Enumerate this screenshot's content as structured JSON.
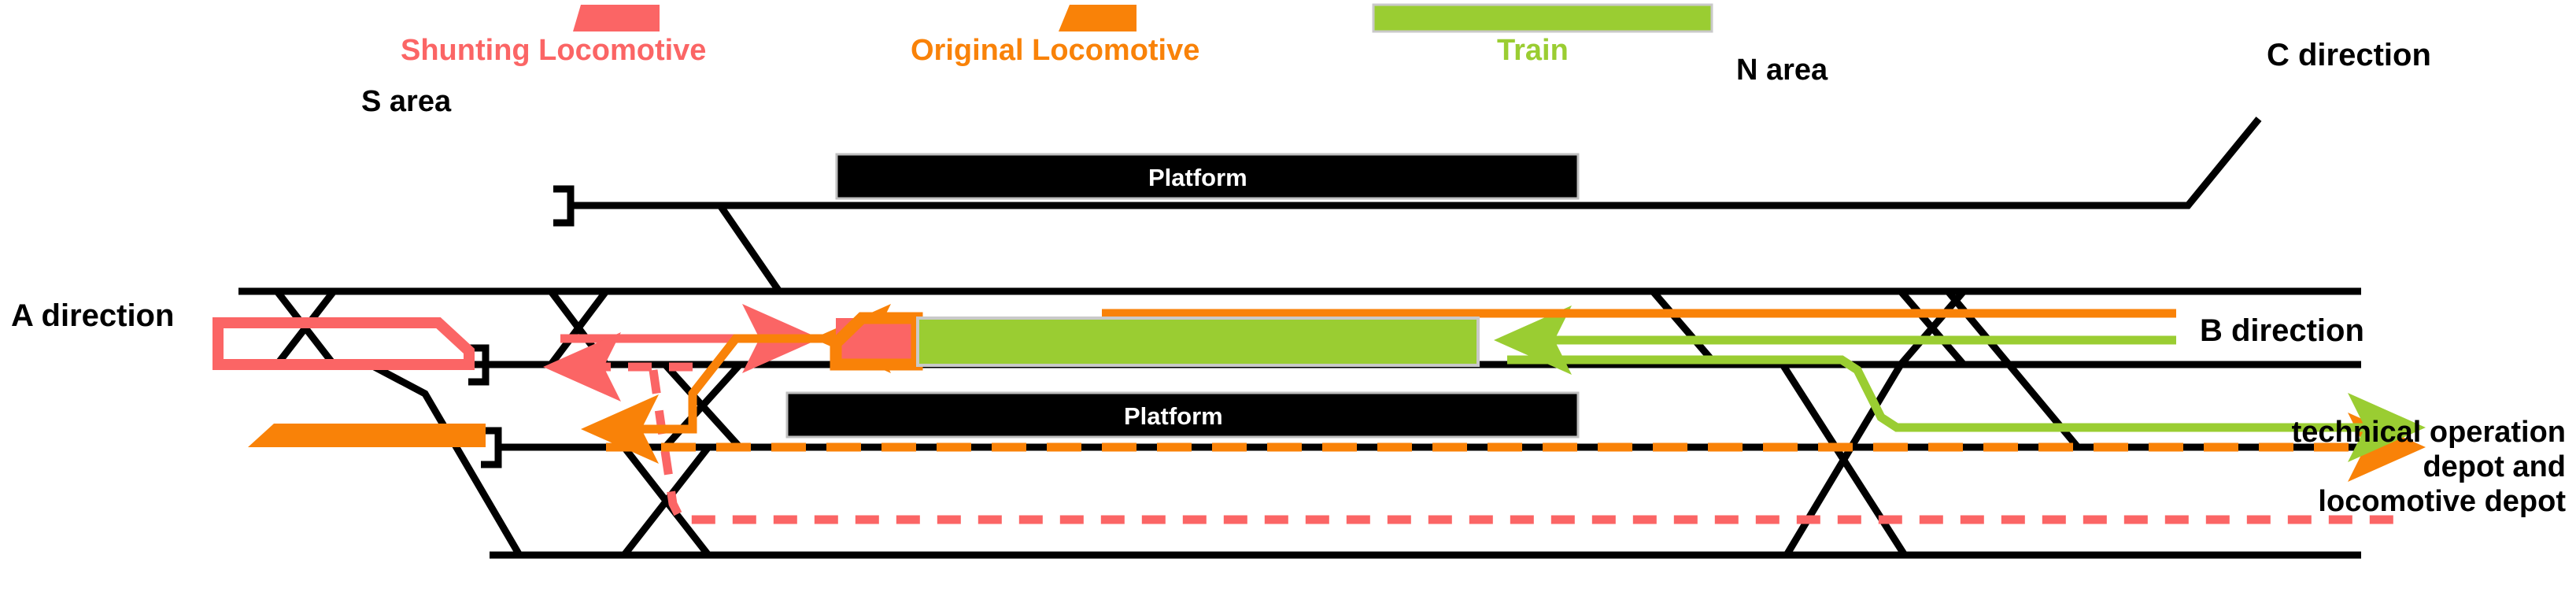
{
  "diagram": {
    "title": "Railway station shunting operation track layout",
    "colors": {
      "shunting_locomotive": "#FB6565",
      "original_locomotive": "#F98208",
      "train": "#9ACD32",
      "track": "#000000",
      "platform_fill": "#000000",
      "platform_border": "#BFBFBF",
      "background": "#FFFFFF"
    },
    "legend": [
      {
        "id": "shunting-locomotive",
        "label": "Shunting Locomotive",
        "color": "#FB6565",
        "swatch": "pentagon-right"
      },
      {
        "id": "original-locomotive",
        "label": "Original Locomotive",
        "color": "#F98208",
        "swatch": "pentagon-right"
      },
      {
        "id": "train",
        "label": "Train",
        "color": "#9ACD32",
        "swatch": "bar"
      }
    ],
    "area_labels": [
      {
        "id": "s-area",
        "text": "S area"
      },
      {
        "id": "n-area",
        "text": "N area"
      }
    ],
    "direction_labels": [
      {
        "id": "a-direction",
        "text": "A direction"
      },
      {
        "id": "b-direction",
        "text": "B direction"
      },
      {
        "id": "c-direction",
        "text": "C direction"
      }
    ],
    "platforms": [
      {
        "id": "platform-upper",
        "text": "Platform"
      },
      {
        "id": "platform-lower",
        "text": "Platform"
      }
    ],
    "depot_label": {
      "id": "depot",
      "lines": [
        "technical operation",
        "depot and",
        "locomotive depot"
      ]
    },
    "vehicles": [
      {
        "id": "shunting-locomotive-outline",
        "type": "shunting_locomotive",
        "style": "outline"
      },
      {
        "id": "shunting-locomotive-filled",
        "type": "shunting_locomotive",
        "style": "filled"
      },
      {
        "id": "original-locomotive-body",
        "type": "original_locomotive",
        "style": "filled"
      },
      {
        "id": "original-locomotive-outline-at-train",
        "type": "original_locomotive",
        "style": "outline"
      },
      {
        "id": "train-consist",
        "type": "train",
        "style": "filled"
      }
    ],
    "routes": [
      {
        "id": "shunting-route-forward",
        "color": "#FB6565",
        "dash": "solid",
        "arrow": "right"
      },
      {
        "id": "shunting-route-return",
        "color": "#FB6565",
        "dash": "dashed",
        "arrow": "left"
      },
      {
        "id": "shunting-route-to-depot",
        "color": "#FB6565",
        "dash": "dashed",
        "arrow": "none"
      },
      {
        "id": "original-loco-release",
        "color": "#F98208",
        "dash": "solid",
        "arrow": "left"
      },
      {
        "id": "original-loco-to-depot",
        "color": "#F98208",
        "dash": "dashed",
        "arrow": "right"
      },
      {
        "id": "train-arrival",
        "color": "#9ACD32",
        "dash": "solid",
        "arrow": "left"
      },
      {
        "id": "train-departure-to-depot",
        "color": "#9ACD32",
        "dash": "solid",
        "arrow": "right"
      }
    ]
  }
}
